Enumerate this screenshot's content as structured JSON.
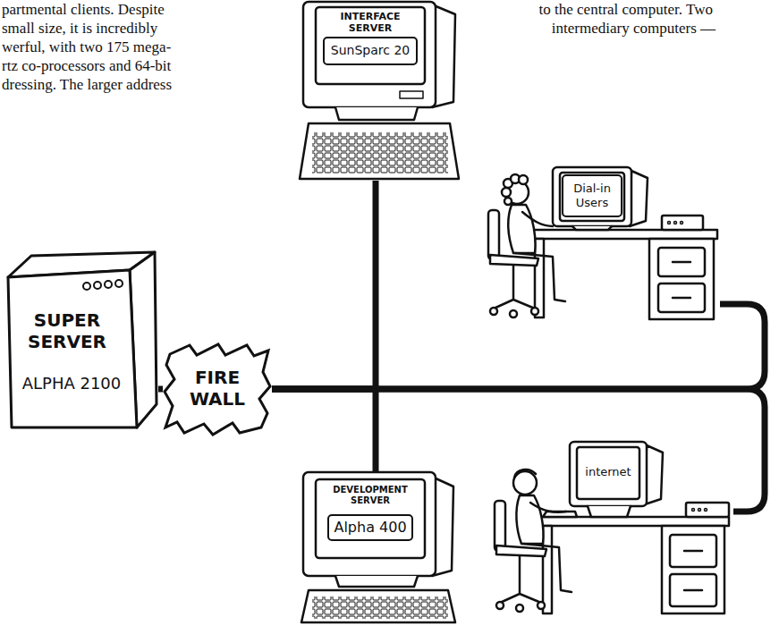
{
  "diagram": {
    "nodes": [
      {
        "text": [
          "INTERFACE SERVER",
          "SunSparc 20"
        ]
      },
      {
        "text": [
          "SUPER SERVER",
          "ALPHA 2100"
        ]
      },
      {
        "text": [
          "FIRE WALL"
        ]
      },
      {
        "text": [
          "Dial-in Users"
        ]
      },
      {
        "text": [
          "DEVELOPMENT SERVER",
          "Alpha 400"
        ]
      },
      {
        "text": [
          "internet"
        ]
      }
    ],
    "edges": [
      {
        "from": 1,
        "to": 2,
        "arrow": "none"
      },
      {
        "from": 2,
        "to": 0,
        "arrow": "none"
      },
      {
        "from": 2,
        "to": 4,
        "arrow": "none"
      },
      {
        "from": 2,
        "to": 3,
        "arrow": "none"
      },
      {
        "from": 2,
        "to": 5,
        "arrow": "none"
      }
    ],
    "labels": [
      "partmental clients. Despite",
      "small size, it is incredibly",
      "werful, with two 175 mega-",
      "rtz co-processors and 64-bit",
      "dressing. The larger address",
      "to the central computer. Two",
      "intermediary computers —"
    ]
  }
}
